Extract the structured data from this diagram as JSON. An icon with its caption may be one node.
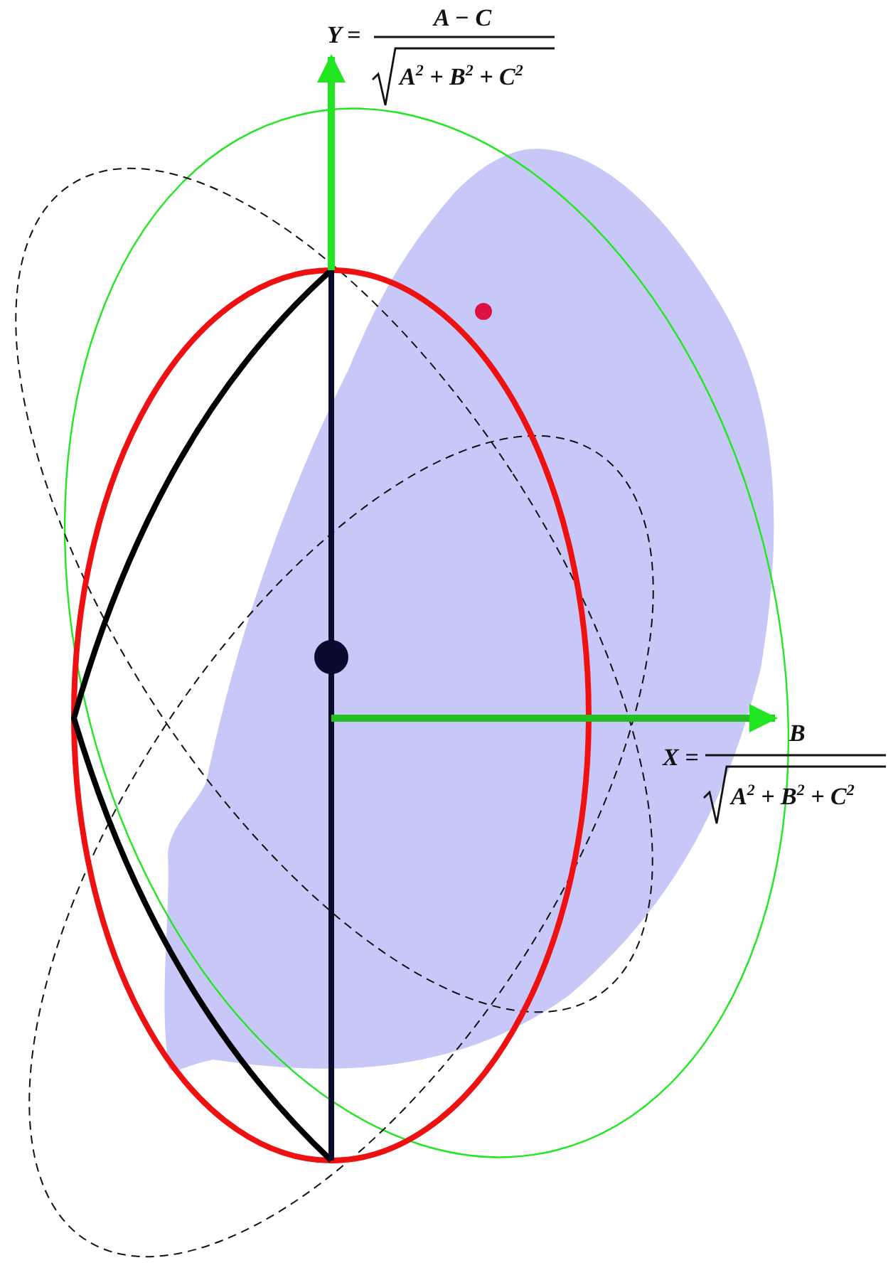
{
  "diagram": {
    "labels": [
      "Y =",
      "A − C",
      "A$^{2}$ + B$^{2}$ + C$^{2}$",
      "B",
      "X =",
      "A$^{2}$ + B$^{2}$ + C$^{2}$"
    ]
  }
}
